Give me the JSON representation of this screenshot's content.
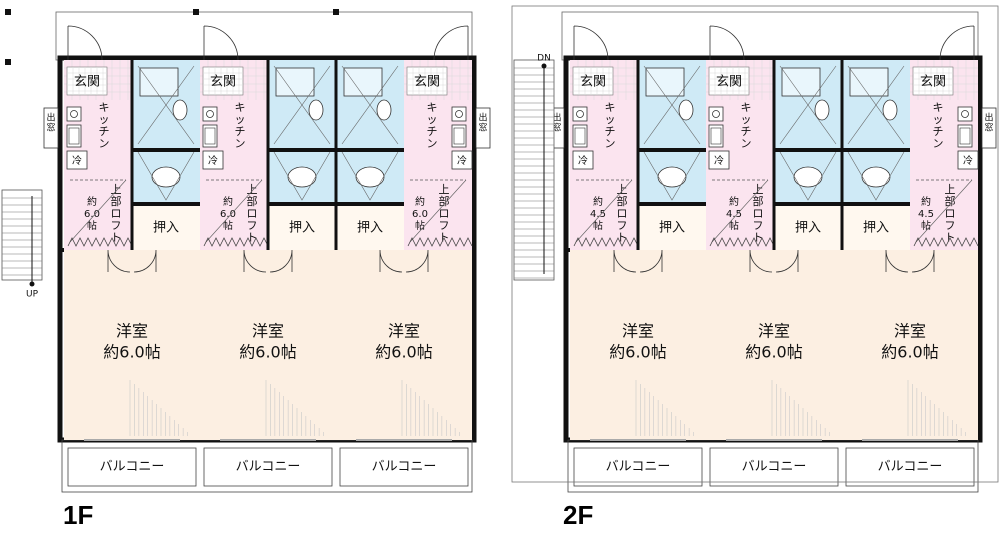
{
  "floors": [
    {
      "label": "1F",
      "stair_label": "UP",
      "units": [
        {
          "kitchen": "キッチン",
          "entrance": "玄関",
          "fridge": "冷",
          "loft": "上部ロフト",
          "loft_size": "約6.0帖",
          "closet": "押入",
          "room_name": "洋室",
          "room_size": "約6.0帖",
          "balcony": "バルコニー"
        },
        {
          "kitchen": "キッチン",
          "entrance": "玄関",
          "fridge": "冷",
          "loft": "上部ロフト",
          "loft_size": "約6.0帖",
          "closet": "押入",
          "room_name": "洋室",
          "room_size": "約6.0帖",
          "balcony": "バルコニー"
        },
        {
          "kitchen": "キッチン",
          "entrance": "玄関",
          "fridge": "冷",
          "loft": "上部ロフト",
          "loft_size": "約6.0帖",
          "closet": "押入",
          "room_name": "洋室",
          "room_size": "約6.0帖",
          "balcony": "バルコニー"
        }
      ],
      "side_windows": [
        "出窓",
        "出窓"
      ]
    },
    {
      "label": "2F",
      "stair_label": "DN",
      "units": [
        {
          "kitchen": "キッチン",
          "entrance": "玄関",
          "fridge": "冷",
          "loft": "上部ロフト",
          "loft_size": "約4.5帖",
          "closet": "押入",
          "room_name": "洋室",
          "room_size": "約6.0帖",
          "balcony": "バルコニー"
        },
        {
          "kitchen": "キッチン",
          "entrance": "玄関",
          "fridge": "冷",
          "loft": "上部ロフト",
          "loft_size": "約4.5帖",
          "closet": "押入",
          "room_name": "洋室",
          "room_size": "約6.0帖",
          "balcony": "バルコニー"
        },
        {
          "kitchen": "キッチン",
          "entrance": "玄関",
          "fridge": "冷",
          "loft": "上部ロフト",
          "loft_size": "約4.5帖",
          "closet": "押入",
          "room_name": "洋室",
          "room_size": "約6.0帖",
          "balcony": "バルコニー"
        }
      ],
      "side_windows": [
        "出窓",
        "出窓"
      ]
    }
  ],
  "colors": {
    "wall": "#111111",
    "room": "#fcefe2",
    "kitchen": "#fbe4ef",
    "bath": "#cfeaf6",
    "balcony": "#ffffff",
    "grid": "#9a9a9a"
  }
}
